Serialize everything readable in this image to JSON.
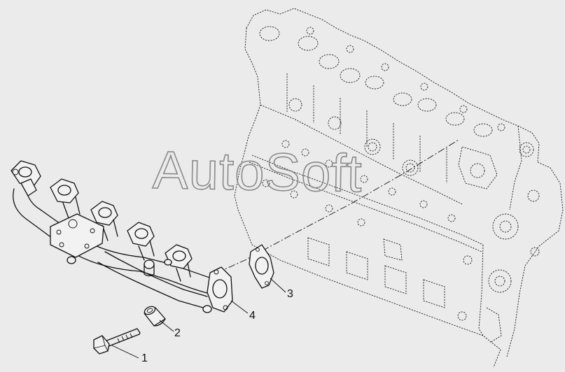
{
  "watermark": "AutoSoft",
  "callouts": [
    {
      "id": "1",
      "label": "1"
    },
    {
      "id": "2",
      "label": "2"
    },
    {
      "id": "3",
      "label": "3"
    },
    {
      "id": "4",
      "label": "4"
    }
  ],
  "colors": {
    "background": "#ebebeb",
    "line": "#111111",
    "watermark": "#8a8a8a"
  }
}
